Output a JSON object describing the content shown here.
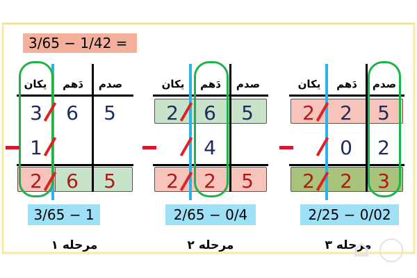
{
  "equation": "3/65 − 1/42 =",
  "headers": {
    "ones": "یکان",
    "tenths": "دَهم",
    "hundredths": "صدم"
  },
  "stage1": {
    "row1": [
      "3",
      "6",
      "5"
    ],
    "row2": [
      "1"
    ],
    "row3": [
      "2",
      "6",
      "5"
    ],
    "minus": "−",
    "result": "3/65 − 1",
    "label": "مرحله ۱"
  },
  "stage2": {
    "row1": [
      "2",
      "6",
      "5"
    ],
    "row2": [
      "4"
    ],
    "row3": [
      "2",
      "2",
      "5"
    ],
    "minus": "−",
    "result": "2/65 − 0/4",
    "label": "مرحله ۲"
  },
  "stage3": {
    "row1": [
      "2",
      "2",
      "5"
    ],
    "row2": [
      "0",
      "2"
    ],
    "row3": [
      "2",
      "2",
      "3"
    ],
    "minus": "−",
    "result": "2/25 − 0/02",
    "label": "مرحله ۳"
  },
  "colors": {
    "oval": "#1fb24a",
    "blue_divider": "#27b4ea",
    "pink_box": "#f6c4bb",
    "green_box": "#c7e3c9",
    "olive_box": "#a9c37a",
    "result_bg": "#9fe0f7",
    "equation_bg": "#f4b09c",
    "red_minus": "#d7162b"
  }
}
